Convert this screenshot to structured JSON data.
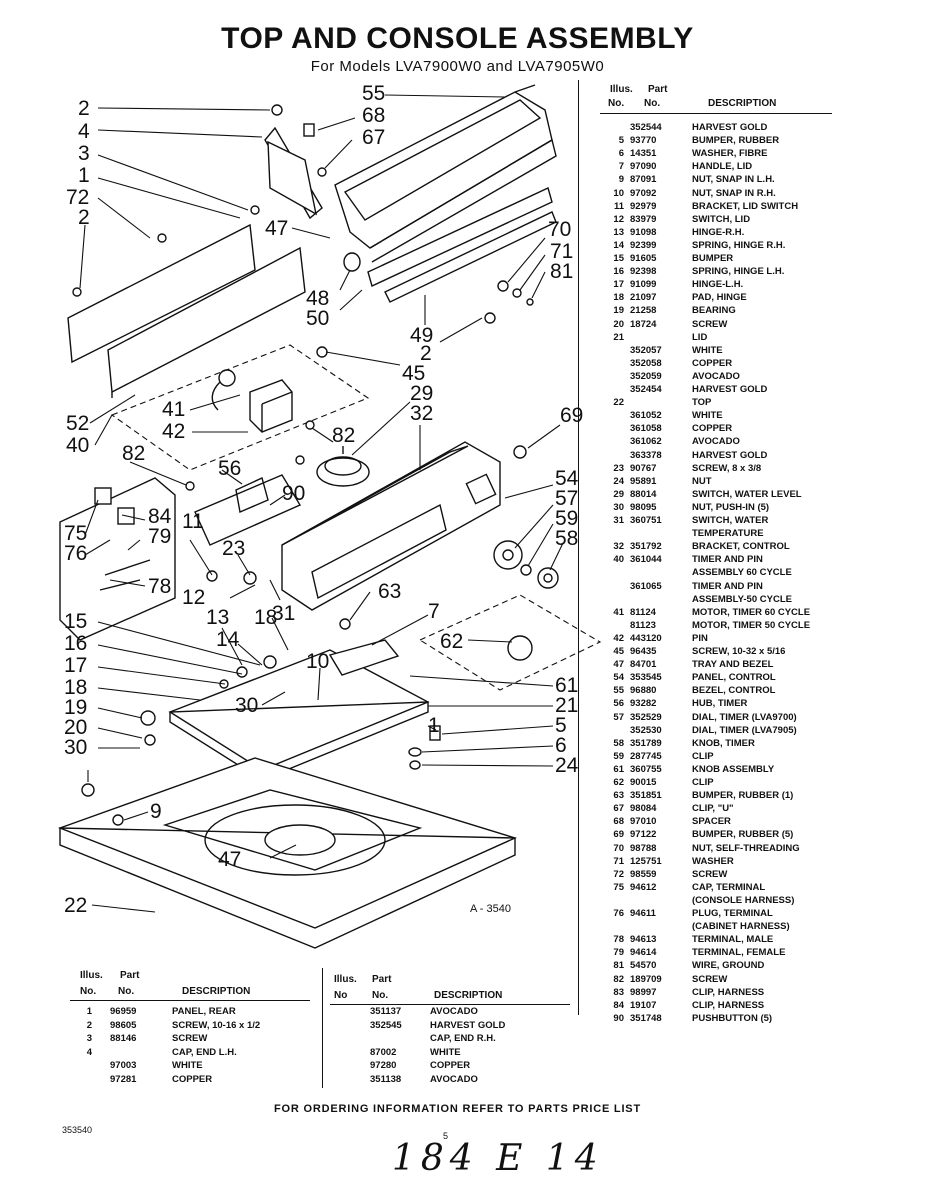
{
  "header": {
    "title": "TOP AND CONSOLE ASSEMBLY",
    "subtitle": "For Models LVA7900W0 and LVA7905W0"
  },
  "figure_id": "A - 3540",
  "table_headers": {
    "illus": "Illus.",
    "part": "Part",
    "no": "No.",
    "no_short": "No",
    "description": "DESCRIPTION"
  },
  "parts_right": [
    {
      "illus": "",
      "part": "352544",
      "desc": "HARVEST GOLD"
    },
    {
      "illus": "5",
      "part": "93770",
      "desc": "BUMPER, RUBBER"
    },
    {
      "illus": "6",
      "part": "14351",
      "desc": "WASHER, FIBRE"
    },
    {
      "illus": "7",
      "part": "97090",
      "desc": "HANDLE, LID"
    },
    {
      "illus": "9",
      "part": "87091",
      "desc": "NUT, SNAP IN L.H."
    },
    {
      "illus": "10",
      "part": "97092",
      "desc": "NUT, SNAP IN R.H."
    },
    {
      "illus": "11",
      "part": "92979",
      "desc": "BRACKET, LID SWITCH"
    },
    {
      "illus": "12",
      "part": "83979",
      "desc": "SWITCH, LID"
    },
    {
      "illus": "13",
      "part": "91098",
      "desc": "HINGE-R.H."
    },
    {
      "illus": "14",
      "part": "92399",
      "desc": "SPRING, HINGE R.H."
    },
    {
      "illus": "15",
      "part": "91605",
      "desc": "BUMPER"
    },
    {
      "illus": "16",
      "part": "92398",
      "desc": "SPRING, HINGE L.H."
    },
    {
      "illus": "17",
      "part": "91099",
      "desc": "HINGE-L.H."
    },
    {
      "illus": "18",
      "part": "21097",
      "desc": "PAD, HINGE"
    },
    {
      "illus": "19",
      "part": "21258",
      "desc": "BEARING"
    },
    {
      "illus": "20",
      "part": "18724",
      "desc": "SCREW"
    },
    {
      "illus": "21",
      "part": "",
      "desc": "LID"
    },
    {
      "illus": "",
      "part": "352057",
      "desc": "WHITE"
    },
    {
      "illus": "",
      "part": "352058",
      "desc": "COPPER"
    },
    {
      "illus": "",
      "part": "352059",
      "desc": "AVOCADO"
    },
    {
      "illus": "",
      "part": "352454",
      "desc": "HARVEST GOLD"
    },
    {
      "illus": "22",
      "part": "",
      "desc": "TOP"
    },
    {
      "illus": "",
      "part": "361052",
      "desc": "WHITE"
    },
    {
      "illus": "",
      "part": "361058",
      "desc": "COPPER"
    },
    {
      "illus": "",
      "part": "361062",
      "desc": "AVOCADO"
    },
    {
      "illus": "",
      "part": "363378",
      "desc": "HARVEST GOLD"
    },
    {
      "illus": "23",
      "part": "90767",
      "desc": "SCREW, 8 x 3/8"
    },
    {
      "illus": "24",
      "part": "95891",
      "desc": "NUT"
    },
    {
      "illus": "29",
      "part": "88014",
      "desc": "SWITCH, WATER LEVEL"
    },
    {
      "illus": "30",
      "part": "98095",
      "desc": "NUT, PUSH-IN (5)"
    },
    {
      "illus": "31",
      "part": "360751",
      "desc": "SWITCH, WATER"
    },
    {
      "illus": "",
      "part": "",
      "desc": "TEMPERATURE"
    },
    {
      "illus": "32",
      "part": "351792",
      "desc": "BRACKET, CONTROL"
    },
    {
      "illus": "40",
      "part": "361044",
      "desc": "TIMER AND PIN"
    },
    {
      "illus": "",
      "part": "",
      "desc": "ASSEMBLY 60 CYCLE"
    },
    {
      "illus": "",
      "part": "361065",
      "desc": "TIMER AND PIN"
    },
    {
      "illus": "",
      "part": "",
      "desc": "ASSEMBLY-50 CYCLE"
    },
    {
      "illus": "41",
      "part": "81124",
      "desc": "MOTOR, TIMER 60 CYCLE"
    },
    {
      "illus": "",
      "part": "81123",
      "desc": "MOTOR, TIMER 50 CYCLE"
    },
    {
      "illus": "42",
      "part": "443120",
      "desc": "PIN"
    },
    {
      "illus": "45",
      "part": "96435",
      "desc": "SCREW, 10-32 x 5/16"
    },
    {
      "illus": "47",
      "part": "84701",
      "desc": "TRAY AND BEZEL"
    },
    {
      "illus": "54",
      "part": "353545",
      "desc": "PANEL, CONTROL"
    },
    {
      "illus": "55",
      "part": "96880",
      "desc": "BEZEL, CONTROL"
    },
    {
      "illus": "56",
      "part": "93282",
      "desc": "HUB, TIMER"
    },
    {
      "illus": "57",
      "part": "352529",
      "desc": "DIAL, TIMER (LVA9700)"
    },
    {
      "illus": "",
      "part": "352530",
      "desc": "DIAL, TIMER (LVA7905)"
    },
    {
      "illus": "58",
      "part": "351789",
      "desc": "KNOB, TIMER"
    },
    {
      "illus": "59",
      "part": "287745",
      "desc": "CLIP"
    },
    {
      "illus": "61",
      "part": "360755",
      "desc": "KNOB ASSEMBLY"
    },
    {
      "illus": "62",
      "part": "90015",
      "desc": "CLIP"
    },
    {
      "illus": "63",
      "part": "351851",
      "desc": "BUMPER, RUBBER (1)"
    },
    {
      "illus": "67",
      "part": "98084",
      "desc": "CLIP, \"U\""
    },
    {
      "illus": "68",
      "part": "97010",
      "desc": "SPACER"
    },
    {
      "illus": "69",
      "part": "97122",
      "desc": "BUMPER, RUBBER (5)"
    },
    {
      "illus": "70",
      "part": "98788",
      "desc": "NUT, SELF-THREADING"
    },
    {
      "illus": "71",
      "part": "125751",
      "desc": "WASHER"
    },
    {
      "illus": "72",
      "part": "98559",
      "desc": "SCREW"
    },
    {
      "illus": "75",
      "part": "94612",
      "desc": "CAP, TERMINAL"
    },
    {
      "illus": "",
      "part": "",
      "desc": "(CONSOLE HARNESS)"
    },
    {
      "illus": "76",
      "part": "94611",
      "desc": "PLUG, TERMINAL"
    },
    {
      "illus": "",
      "part": "",
      "desc": "(CABINET HARNESS)"
    },
    {
      "illus": "78",
      "part": "94613",
      "desc": "TERMINAL, MALE"
    },
    {
      "illus": "79",
      "part": "94614",
      "desc": "TERMINAL, FEMALE"
    },
    {
      "illus": "81",
      "part": "54570",
      "desc": "WIRE, GROUND"
    },
    {
      "illus": "82",
      "part": "189709",
      "desc": "SCREW"
    },
    {
      "illus": "83",
      "part": "98997",
      "desc": "CLIP, HARNESS"
    },
    {
      "illus": "84",
      "part": "19107",
      "desc": "CLIP, HARNESS"
    },
    {
      "illus": "90",
      "part": "351748",
      "desc": "PUSHBUTTON (5)"
    }
  ],
  "parts_bottom_left": [
    {
      "illus": "1",
      "part": "96959",
      "desc": "PANEL, REAR"
    },
    {
      "illus": "2",
      "part": "98605",
      "desc": "SCREW, 10-16 x 1/2"
    },
    {
      "illus": "3",
      "part": "88146",
      "desc": "SCREW"
    },
    {
      "illus": "4",
      "part": "",
      "desc": "CAP, END L.H."
    },
    {
      "illus": "",
      "part": "97003",
      "desc": "WHITE"
    },
    {
      "illus": "",
      "part": "97281",
      "desc": "COPPER"
    }
  ],
  "parts_bottom_mid": [
    {
      "illus": "",
      "part": "351137",
      "desc": "AVOCADO"
    },
    {
      "illus": "",
      "part": "352545",
      "desc": "HARVEST GOLD"
    },
    {
      "illus": "",
      "part": "",
      "desc": "CAP, END R.H."
    },
    {
      "illus": "",
      "part": "87002",
      "desc": "WHITE"
    },
    {
      "illus": "",
      "part": "97280",
      "desc": "COPPER"
    },
    {
      "illus": "",
      "part": "351138",
      "desc": "AVOCADO"
    }
  ],
  "footer": {
    "ordering": "FOR ORDERING INFORMATION REFER TO PARTS PRICE LIST",
    "doc_number": "353540",
    "page_number": "5",
    "handwritten": "184 E 14"
  },
  "callouts": [
    {
      "label": "2"
    },
    {
      "label": "4"
    },
    {
      "label": "3"
    },
    {
      "label": "1"
    },
    {
      "label": "72"
    },
    {
      "label": "2"
    },
    {
      "label": "55"
    },
    {
      "label": "68"
    },
    {
      "label": "67"
    },
    {
      "label": "47"
    },
    {
      "label": "70"
    },
    {
      "label": "71"
    },
    {
      "label": "81"
    },
    {
      "label": "48"
    },
    {
      "label": "50"
    },
    {
      "label": "49"
    },
    {
      "label": "2"
    },
    {
      "label": "45"
    },
    {
      "label": "29"
    },
    {
      "label": "32"
    },
    {
      "label": "69"
    },
    {
      "label": "41"
    },
    {
      "label": "42"
    },
    {
      "label": "82"
    },
    {
      "label": "52"
    },
    {
      "label": "40"
    },
    {
      "label": "82"
    },
    {
      "label": "56"
    },
    {
      "label": "90"
    },
    {
      "label": "54"
    },
    {
      "label": "57"
    },
    {
      "label": "59"
    },
    {
      "label": "58"
    },
    {
      "label": "84"
    },
    {
      "label": "75"
    },
    {
      "label": "79"
    },
    {
      "label": "76"
    },
    {
      "label": "11"
    },
    {
      "label": "23"
    },
    {
      "label": "78"
    },
    {
      "label": "12"
    },
    {
      "label": "63"
    },
    {
      "label": "7"
    },
    {
      "label": "31"
    },
    {
      "label": "13"
    },
    {
      "label": "18"
    },
    {
      "label": "15"
    },
    {
      "label": "14"
    },
    {
      "label": "62"
    },
    {
      "label": "16"
    },
    {
      "label": "10"
    },
    {
      "label": "17"
    },
    {
      "label": "18"
    },
    {
      "label": "61"
    },
    {
      "label": "21"
    },
    {
      "label": "19"
    },
    {
      "label": "30"
    },
    {
      "label": "1"
    },
    {
      "label": "5"
    },
    {
      "label": "20"
    },
    {
      "label": "6"
    },
    {
      "label": "30"
    },
    {
      "label": "24"
    },
    {
      "label": "9"
    },
    {
      "label": "47"
    },
    {
      "label": "22"
    }
  ]
}
